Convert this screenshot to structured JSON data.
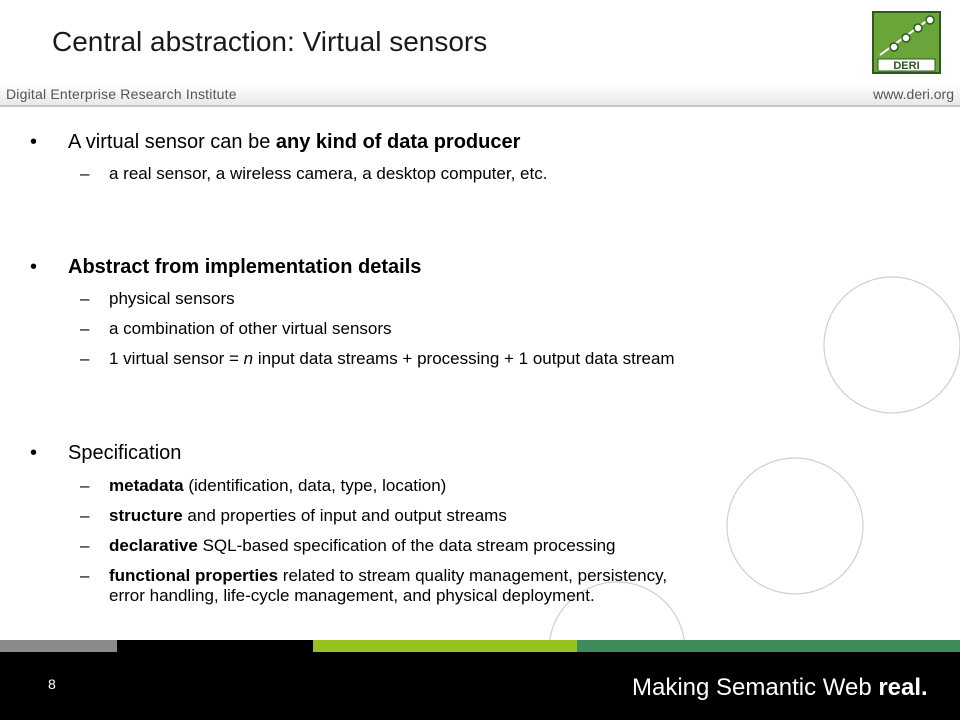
{
  "slide": {
    "title": "Central abstraction: Virtual sensors",
    "page_number": "8"
  },
  "brand": {
    "left_text": "Digital Enterprise Research Institute",
    "right_text": "www.deri.org",
    "logo_text": "DERI"
  },
  "bullets": [
    {
      "parts": [
        "A virtual sensor can be ",
        "any kind of data producer"
      ],
      "subs": [
        {
          "parts": [
            "a real sensor, a wireless camera, a desktop computer, etc."
          ]
        }
      ]
    },
    {
      "parts": [
        "Abstract from implementation details"
      ],
      "subs": [
        {
          "parts": [
            "physical sensors"
          ]
        },
        {
          "parts": [
            "a combination of other virtual sensors"
          ]
        },
        {
          "parts": [
            "1 virtual sensor = ",
            "n",
            " input data streams + processing + 1 output data stream"
          ]
        }
      ]
    },
    {
      "parts": [
        "Specification"
      ],
      "subs": [
        {
          "parts": [
            "metadata",
            " (identification, data, type, location)"
          ]
        },
        {
          "parts": [
            "structure",
            " and properties of input and output streams"
          ]
        },
        {
          "parts": [
            "declarative",
            " SQL-based specification of the data stream processing"
          ]
        },
        {
          "parts": [
            "functional properties",
            " related to stream quality management, persistency,",
            "error handling, life-cycle management, and physical deployment."
          ]
        }
      ]
    }
  ],
  "footer": {
    "tagline_normal": "Making Semantic Web ",
    "tagline_strong": "real."
  },
  "colors": {
    "logo_green": "#6aa53a",
    "strip_gray": "#8a8a8a",
    "strip_black": "#000000",
    "strip_lime": "#96c11f",
    "strip_green": "#3d8c5a"
  }
}
